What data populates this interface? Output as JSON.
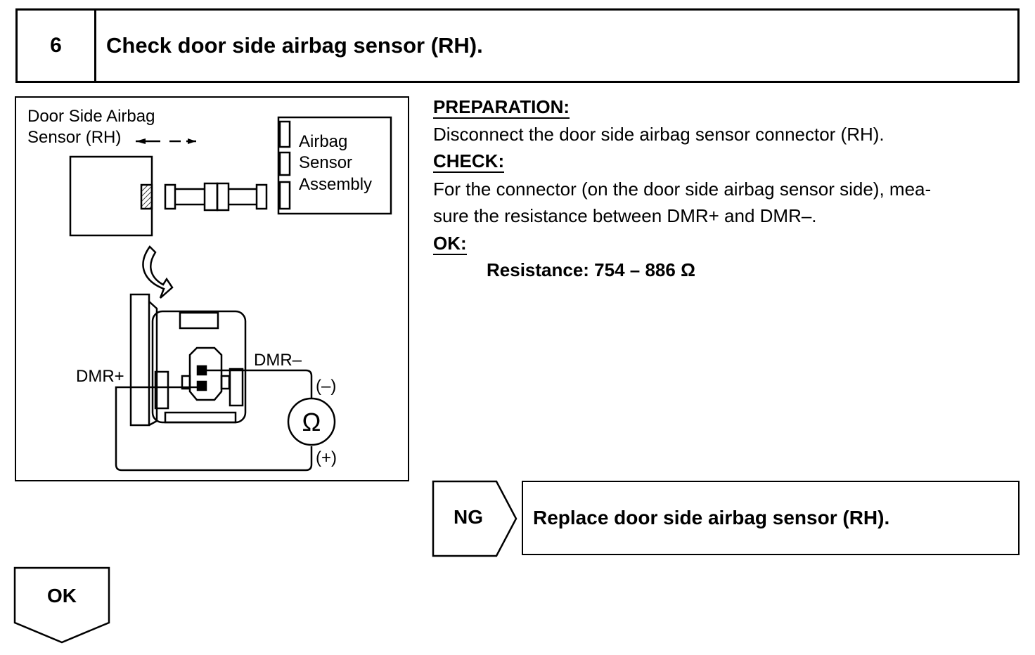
{
  "step": {
    "number": "6",
    "title": "Check door side airbag sensor (RH)."
  },
  "figure": {
    "sensor_label_line1": "Door Side Airbag",
    "sensor_label_line2": "Sensor (RH)",
    "assembly_line1": "Airbag",
    "assembly_line2": "Sensor",
    "assembly_line3": "Assembly",
    "dmr_plus": "DMR+",
    "dmr_minus": "DMR–",
    "minus": "(–)",
    "plus": "(+)",
    "ohm_symbol": "Ω"
  },
  "instructions": {
    "preparation_heading": "PREPARATION:",
    "preparation_text": "Disconnect the door side airbag sensor connector (RH).",
    "check_heading": "CHECK:",
    "check_text_line1": "For the connector (on the door side airbag sensor side), mea-",
    "check_text_line2": "sure the resistance between DMR+ and DMR–.",
    "ok_heading": "OK:",
    "spec": "Resistance: 754 – 886 Ω"
  },
  "flow": {
    "ng_label": "NG",
    "ng_action": "Replace door side airbag sensor (RH).",
    "ok_label": "OK"
  }
}
